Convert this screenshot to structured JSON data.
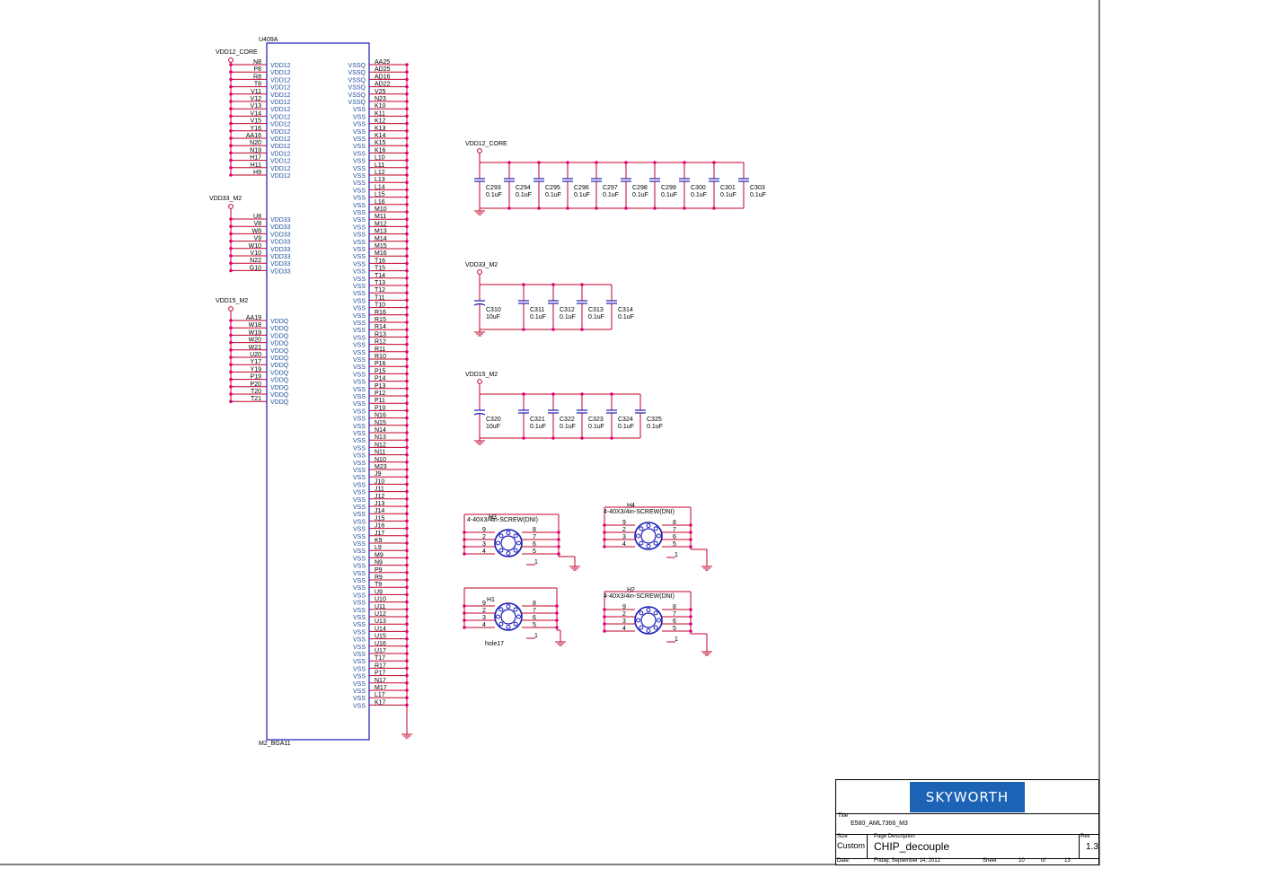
{
  "ic": {
    "refdes": "U409A",
    "package": "M2_BGA11",
    "rails": {
      "core": "VDD12_CORE",
      "m2_33": "VDD33_M2",
      "m2_15": "VDD15_M2"
    },
    "left_groups": [
      {
        "net": "VDD12_CORE",
        "pin_name": "VDD12",
        "balls": [
          "N8",
          "P8",
          "R8",
          "T8",
          "V11",
          "V12",
          "V13",
          "V14",
          "V15",
          "Y16",
          "AA16",
          "N20",
          "N19",
          "H17",
          "H11",
          "H9"
        ]
      },
      {
        "net": "VDD33_M2",
        "pin_name": "VDD33",
        "balls": [
          "U8",
          "V8",
          "W8",
          "V9",
          "W10",
          "V10",
          "N22",
          "G10"
        ]
      },
      {
        "net": "VDD15_M2",
        "pin_name": "VDDQ",
        "balls": [
          "AA19",
          "W18",
          "W19",
          "W20",
          "W21",
          "U20",
          "Y17",
          "Y19",
          "P19",
          "P20",
          "T20",
          "T21"
        ]
      }
    ],
    "right_pins": [
      {
        "name": "VSSQ",
        "ball": "AA25"
      },
      {
        "name": "VSSQ",
        "ball": "AD25"
      },
      {
        "name": "VSSQ",
        "ball": "AD16"
      },
      {
        "name": "VSSQ",
        "ball": "AD22"
      },
      {
        "name": "VSSQ",
        "ball": "V25"
      },
      {
        "name": "VSSQ",
        "ball": "N23"
      },
      {
        "name": "VSS",
        "ball": "K10"
      },
      {
        "name": "VSS",
        "ball": "K11"
      },
      {
        "name": "VSS",
        "ball": "K12"
      },
      {
        "name": "VSS",
        "ball": "K13"
      },
      {
        "name": "VSS",
        "ball": "K14"
      },
      {
        "name": "VSS",
        "ball": "K15"
      },
      {
        "name": "VSS",
        "ball": "K16"
      },
      {
        "name": "VSS",
        "ball": "L10"
      },
      {
        "name": "VSS",
        "ball": "L11"
      },
      {
        "name": "VSS",
        "ball": "L12"
      },
      {
        "name": "VSS",
        "ball": "L13"
      },
      {
        "name": "VSS",
        "ball": "L14"
      },
      {
        "name": "VSS",
        "ball": "L15"
      },
      {
        "name": "VSS",
        "ball": "L16"
      },
      {
        "name": "VSS",
        "ball": "M10"
      },
      {
        "name": "VSS",
        "ball": "M11"
      },
      {
        "name": "VSS",
        "ball": "M12"
      },
      {
        "name": "VSS",
        "ball": "M13"
      },
      {
        "name": "VSS",
        "ball": "M14"
      },
      {
        "name": "VSS",
        "ball": "M15"
      },
      {
        "name": "VSS",
        "ball": "M16"
      },
      {
        "name": "VSS",
        "ball": "T16"
      },
      {
        "name": "VSS",
        "ball": "T15"
      },
      {
        "name": "VSS",
        "ball": "T14"
      },
      {
        "name": "VSS",
        "ball": "T13"
      },
      {
        "name": "VSS",
        "ball": "T12"
      },
      {
        "name": "VSS",
        "ball": "T11"
      },
      {
        "name": "VSS",
        "ball": "T10"
      },
      {
        "name": "VSS",
        "ball": "R16"
      },
      {
        "name": "VSS",
        "ball": "R15"
      },
      {
        "name": "VSS",
        "ball": "R14"
      },
      {
        "name": "VSS",
        "ball": "R13"
      },
      {
        "name": "VSS",
        "ball": "R12"
      },
      {
        "name": "VSS",
        "ball": "R11"
      },
      {
        "name": "VSS",
        "ball": "R10"
      },
      {
        "name": "VSS",
        "ball": "P16"
      },
      {
        "name": "VSS",
        "ball": "P15"
      },
      {
        "name": "VSS",
        "ball": "P14"
      },
      {
        "name": "VSS",
        "ball": "P13"
      },
      {
        "name": "VSS",
        "ball": "P12"
      },
      {
        "name": "VSS",
        "ball": "P11"
      },
      {
        "name": "VSS",
        "ball": "P10"
      },
      {
        "name": "VSS",
        "ball": "N16"
      },
      {
        "name": "VSS",
        "ball": "N15"
      },
      {
        "name": "VSS",
        "ball": "N14"
      },
      {
        "name": "VSS",
        "ball": "N13"
      },
      {
        "name": "VSS",
        "ball": "N12"
      },
      {
        "name": "VSS",
        "ball": "N11"
      },
      {
        "name": "VSS",
        "ball": "N10"
      },
      {
        "name": "VSS",
        "ball": "M23"
      },
      {
        "name": "VSS",
        "ball": "J9"
      },
      {
        "name": "VSS",
        "ball": "J10"
      },
      {
        "name": "VSS",
        "ball": "J11"
      },
      {
        "name": "VSS",
        "ball": "J12"
      },
      {
        "name": "VSS",
        "ball": "J13"
      },
      {
        "name": "VSS",
        "ball": "J14"
      },
      {
        "name": "VSS",
        "ball": "J15"
      },
      {
        "name": "VSS",
        "ball": "J16"
      },
      {
        "name": "VSS",
        "ball": "J17"
      },
      {
        "name": "VSS",
        "ball": "K9"
      },
      {
        "name": "VSS",
        "ball": "L9"
      },
      {
        "name": "VSS",
        "ball": "M9"
      },
      {
        "name": "VSS",
        "ball": "N9"
      },
      {
        "name": "VSS",
        "ball": "P9"
      },
      {
        "name": "VSS",
        "ball": "R9"
      },
      {
        "name": "VSS",
        "ball": "T9"
      },
      {
        "name": "VSS",
        "ball": "U9"
      },
      {
        "name": "VSS",
        "ball": "U10"
      },
      {
        "name": "VSS",
        "ball": "U11"
      },
      {
        "name": "VSS",
        "ball": "U12"
      },
      {
        "name": "VSS",
        "ball": "U13"
      },
      {
        "name": "VSS",
        "ball": "U14"
      },
      {
        "name": "VSS",
        "ball": "U15"
      },
      {
        "name": "VSS",
        "ball": "U16"
      },
      {
        "name": "VSS",
        "ball": "U17"
      },
      {
        "name": "VSS",
        "ball": "T17"
      },
      {
        "name": "VSS",
        "ball": "R17"
      },
      {
        "name": "VSS",
        "ball": "P17"
      },
      {
        "name": "VSS",
        "ball": "N17"
      },
      {
        "name": "VSS",
        "ball": "M17"
      },
      {
        "name": "VSS",
        "ball": "L17"
      },
      {
        "name": "VSS",
        "ball": "K17"
      }
    ]
  },
  "cap_banks": [
    {
      "net": "VDD12_CORE",
      "caps": [
        {
          "ref": "C293",
          "val": "0.1uF"
        },
        {
          "ref": "C294",
          "val": "0.1uF"
        },
        {
          "ref": "C295",
          "val": "0.1uF"
        },
        {
          "ref": "C296",
          "val": "0.1uF"
        },
        {
          "ref": "C297",
          "val": "0.1uF"
        },
        {
          "ref": "C298",
          "val": "0.1uF"
        },
        {
          "ref": "C299",
          "val": "0.1uF"
        },
        {
          "ref": "C300",
          "val": "0.1uF"
        },
        {
          "ref": "C301",
          "val": "0.1uF"
        },
        {
          "ref": "C303",
          "val": "0.1uF"
        }
      ]
    },
    {
      "net": "VDD33_M2",
      "caps": [
        {
          "ref": "C310",
          "val": "10uF"
        },
        {
          "ref": "C311",
          "val": "0.1uF"
        },
        {
          "ref": "C312",
          "val": "0.1uF"
        },
        {
          "ref": "C313",
          "val": "0.1uF"
        },
        {
          "ref": "C314",
          "val": "0.1uF"
        }
      ]
    },
    {
      "net": "VDD15_M2",
      "caps": [
        {
          "ref": "C320",
          "val": "10uF"
        },
        {
          "ref": "C321",
          "val": "0.1uF"
        },
        {
          "ref": "C322",
          "val": "0.1uF"
        },
        {
          "ref": "C323",
          "val": "0.1uF"
        },
        {
          "ref": "C324",
          "val": "0.1uF"
        },
        {
          "ref": "C325",
          "val": "0.1uF"
        }
      ]
    }
  ],
  "mount_holes": [
    {
      "ref": "H3",
      "label": "4-40X3/4in-SCREW(DNI)"
    },
    {
      "ref": "H4",
      "label": "4-40X3/4in-SCREW(DNI)"
    },
    {
      "ref": "H1",
      "label": "hole17"
    },
    {
      "ref": "H2",
      "label": "4-40X3/4in-SCREW(DNI)"
    }
  ],
  "hole_pins": {
    "left": [
      "9",
      "2",
      "3",
      "4"
    ],
    "right": [
      "8",
      "7",
      "6",
      "5"
    ],
    "bottom": "1"
  },
  "title_block": {
    "logo": "SKYWORTH",
    "title_label": "Title",
    "title": "E580_AML7366_M3",
    "size_label": "Size",
    "size": "Custom",
    "page_desc_label": "Page Description",
    "page_desc": "CHIP_decouple",
    "rev_label": "Rev",
    "rev": "1.3",
    "date_label": "Date:",
    "date": "Friday, September 14, 2012",
    "sheet_label": "Sheet",
    "sheet": "10",
    "of_label": "of",
    "total": "13"
  },
  "colors": {
    "wire": "#c0002a",
    "junction": "#e0007a",
    "symbol": "#1a1ab8",
    "text": "#000000",
    "pinname": "#1f4e9c",
    "logo_bg": "#1c62b5"
  }
}
